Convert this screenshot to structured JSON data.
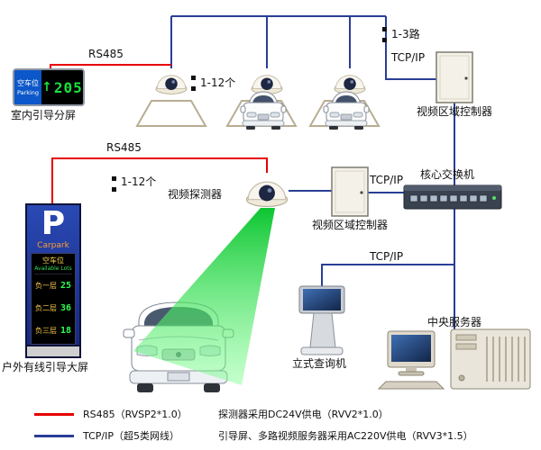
{
  "colors": {
    "rs485": "#e60000",
    "tcpip": "#2a3e96",
    "beam": "#00c226",
    "led_green": "#18e23b"
  },
  "labels": {
    "rs485_top": "RS485",
    "routes": "1-3路",
    "tcpip_top": "TCP/IP",
    "controller_top": "视频区域控制器",
    "count_top": "1-12个",
    "rs485_mid": "RS485",
    "count_mid": "1-12个",
    "detector": "视频探测器",
    "controller_mid": "视频区域控制器",
    "tcpip_mid": "TCP/IP",
    "core_switch": "核心交换机",
    "tcpip_bottom": "TCP/IP",
    "kiosk": "立式查询机",
    "server": "中央服务器",
    "outdoor_caption": "户外有线引导大屏",
    "indoor_caption": "室内引导分屏"
  },
  "indoor_display": {
    "cn": "空车位",
    "en": "Parking",
    "arrow": "↑",
    "value": "205"
  },
  "outdoor_sign": {
    "p": "P",
    "brand": "Carpark",
    "header_cn": "空车位",
    "header_en": "Available Lots",
    "floors": [
      {
        "name": "负一层",
        "value": "25"
      },
      {
        "name": "负二层",
        "value": "36"
      },
      {
        "name": "负三层",
        "value": "18"
      }
    ]
  },
  "legend": {
    "rows": [
      {
        "term": "RS485（RVSP2*1.0）",
        "desc": "探测器采用DC24V供电（RVV2*1.0）"
      },
      {
        "term": "TCP/IP（超5类网线）",
        "desc": "引导屏、多路视频服务器采用AC220V供电（RVV3*1.5）"
      }
    ]
  }
}
